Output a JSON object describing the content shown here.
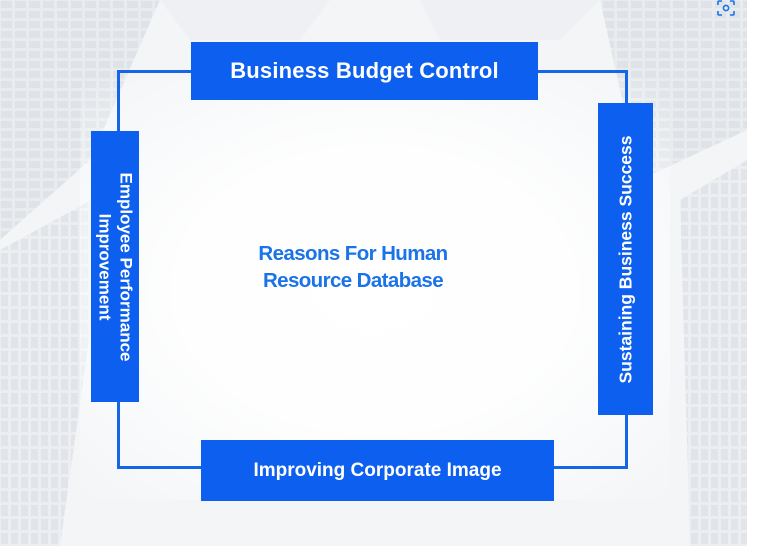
{
  "diagram": {
    "center_title_lines": [
      "Reasons For Human",
      "Resource Database"
    ],
    "top": "Business Budget Control",
    "right": "Sustaining Business Success",
    "bottom": "Improving Corporate Image",
    "left_lines": [
      "Employee Performance",
      "Improvement"
    ]
  },
  "colors": {
    "box_fill": "#0d5ff0",
    "frame_line": "#1565e8",
    "center_text": "#1a73e8",
    "box_text": "#ffffff"
  },
  "icons": {
    "corner": "scan-icon"
  }
}
